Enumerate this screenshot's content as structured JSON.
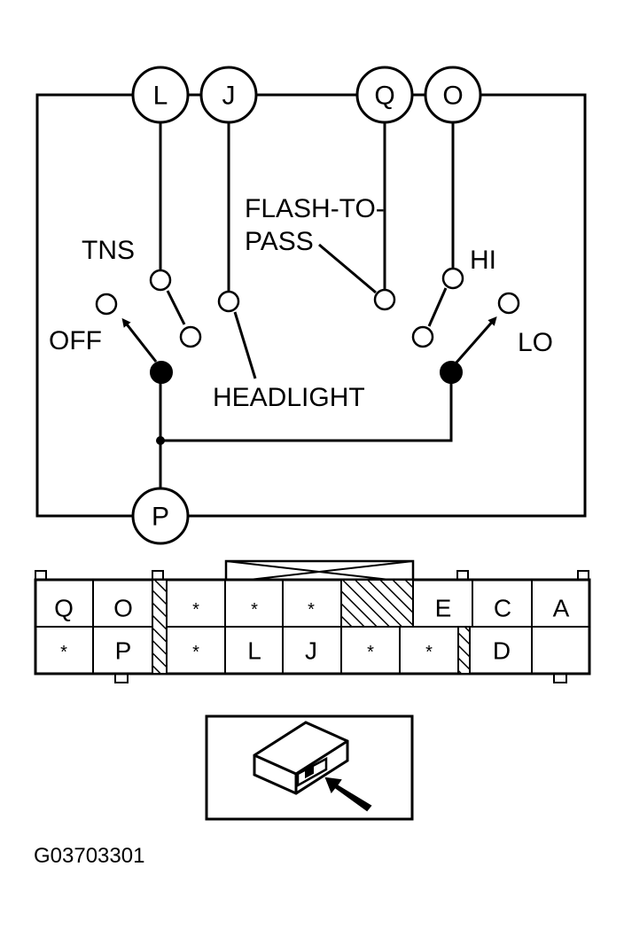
{
  "terminals": {
    "l": "L",
    "j": "J",
    "q": "Q",
    "o": "O",
    "p": "P"
  },
  "positions": {
    "tns": "TNS",
    "off": "OFF",
    "headlight": "HEADLIGHT",
    "flash_to_pass_line1": "FLASH-TO-",
    "flash_to_pass_line2": "PASS",
    "hi": "HI",
    "lo": "LO"
  },
  "connector": {
    "row1": [
      "Q",
      "O",
      "*",
      "*",
      "*",
      "E",
      "C",
      "A"
    ],
    "row2": [
      "*",
      "P",
      "*",
      "L",
      "J",
      "*",
      "*",
      "D"
    ]
  },
  "figure_id": "G03703301"
}
